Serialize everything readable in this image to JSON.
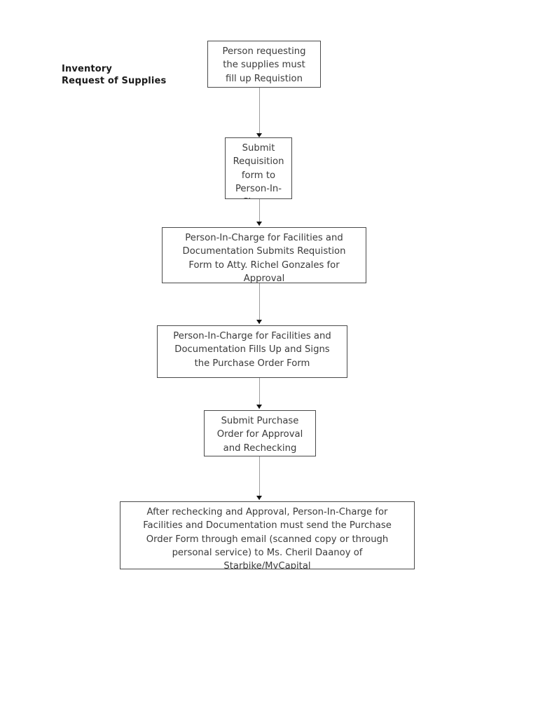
{
  "diagram": {
    "title": "Inventory\nRequest of Supplies",
    "type": "flowchart",
    "orientation": "vertical",
    "node_count": 6,
    "colors": {
      "background": "#ffffff",
      "box_border": "#4a4a4a",
      "box_fill": "#ffffff",
      "text": "#3b3b3b",
      "title_text": "#1a1a1a",
      "connector_line": "#9d9d9d",
      "arrowhead": "#121212"
    },
    "nodes": [
      {
        "id": "node-1",
        "name": "fill-up-requisition",
        "text": "Person requesting\nthe supplies must\nfill up Requistion",
        "clipped": false
      },
      {
        "id": "node-2",
        "name": "submit-requisition-form",
        "text": "Submit\nRequisition\nform to\nPerson-In-\nCharge",
        "clipped": true
      },
      {
        "id": "node-3",
        "name": "submit-to-atty-for-approval",
        "text": "Person-In-Charge for Facilities and\nDocumentation Submits Requistion\nForm to Atty. Richel Gonzales for\nApproval",
        "clipped": true
      },
      {
        "id": "node-4",
        "name": "fill-and-sign-purchase-order",
        "text": "Person-In-Charge for Facilities and\nDocumentation Fills Up and Signs\nthe Purchase Order Form",
        "clipped": false
      },
      {
        "id": "node-5",
        "name": "submit-purchase-order-for-approval",
        "text": "Submit Purchase\nOrder for Approval\nand Rechecking",
        "clipped": false
      },
      {
        "id": "node-6",
        "name": "send-purchase-order-to-supplier",
        "text": "After rechecking and Approval, Person-In-Charge for\nFacilities and Documentation must send the Purchase\nOrder Form through email (scanned copy or through\npersonal service) to Ms. Cheril Daanoy of\nStarbike/MyCapital",
        "clipped": true
      }
    ],
    "connectors": [
      {
        "name": "connector-1-to-2",
        "from": "node-1",
        "to": "node-2"
      },
      {
        "name": "connector-2-to-3",
        "from": "node-2",
        "to": "node-3"
      },
      {
        "name": "connector-3-to-4",
        "from": "node-3",
        "to": "node-4"
      },
      {
        "name": "connector-4-to-5",
        "from": "node-4",
        "to": "node-5"
      },
      {
        "name": "connector-5-to-6",
        "from": "node-5",
        "to": "node-6"
      }
    ]
  }
}
